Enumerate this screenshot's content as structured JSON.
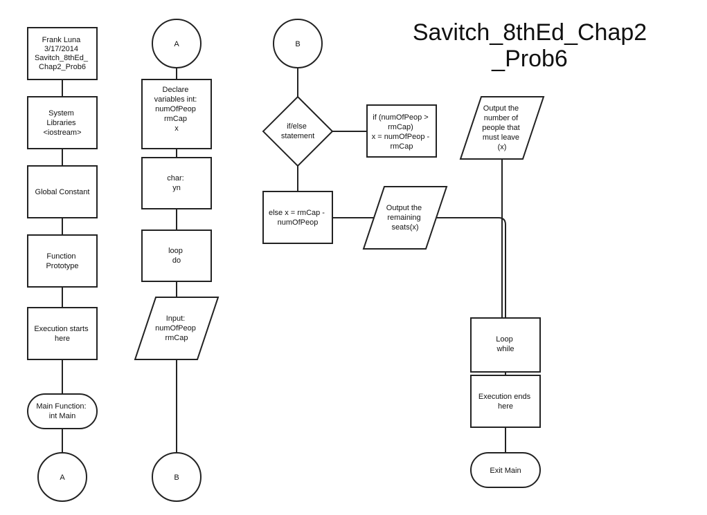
{
  "title": {
    "line1": "Savitch_8thEd_Chap2",
    "line2": "_Prob6"
  },
  "nodes": {
    "header": [
      "Frank Luna",
      "3/17/2014",
      "Savitch_8thEd_",
      "Chap2_Prob6"
    ],
    "system_libraries": [
      "System",
      "Libraries",
      "<iostream>"
    ],
    "global_constant": [
      "Global Constant"
    ],
    "function_prototype": [
      "Function",
      "Prototype"
    ],
    "execution_starts": [
      "Execution starts",
      "here"
    ],
    "main_function": [
      "Main Function:",
      "int Main"
    ],
    "connector_a_bottom": "A",
    "connector_a_top": "A",
    "declare_variables": [
      "Declare",
      "variables int:",
      "numOfPeop",
      "rmCap",
      "x"
    ],
    "char_decl": [
      "char:",
      "yn"
    ],
    "loop_do": [
      "loop",
      "do"
    ],
    "input": [
      "Input:",
      "numOfPeop",
      "rmCap"
    ],
    "connector_b_bottom": "B",
    "connector_b_top": "B",
    "if_else": [
      "if/else",
      "statement"
    ],
    "if_branch": [
      "if (numOfPeop >",
      "rmCap)",
      "x = numOfPeop -",
      "rmCap"
    ],
    "else_branch": [
      "else x = rmCap -",
      "numOfPeop"
    ],
    "output_remaining": [
      "Output the",
      "remaining",
      "seats(x)"
    ],
    "output_leave": [
      "Output the",
      "number of",
      "people that",
      "must leave",
      "(x)"
    ],
    "loop_while": [
      "Loop",
      "while"
    ],
    "execution_ends": [
      "Execution ends",
      "here"
    ],
    "exit_main": [
      "Exit Main"
    ]
  },
  "colors": {
    "stroke": "#222222",
    "fill": "#ffffff",
    "text": "#111111"
  }
}
